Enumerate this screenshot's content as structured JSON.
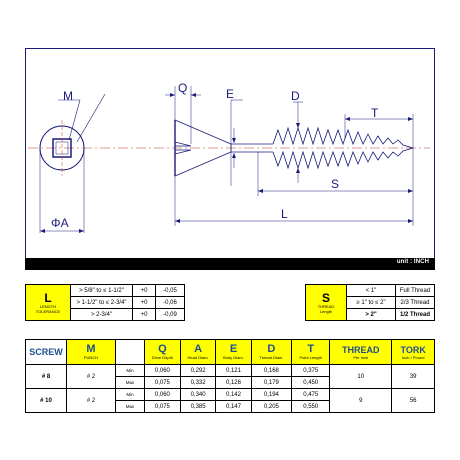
{
  "drawing": {
    "labels": {
      "M": "M",
      "Q": "Q",
      "E": "E",
      "D": "D",
      "T": "T",
      "S": "S",
      "L": "L",
      "A": "ΦA"
    }
  },
  "unit_bar": {
    "text": "unit : INCH"
  },
  "length_table": {
    "letter": "L",
    "caption_line1": "LENGTH",
    "caption_line2": "TOLERANCE",
    "rows": [
      {
        "range": "> 5/8\" to ≤ 1-1/2\"",
        "plus": "+0",
        "minus": "-0,05"
      },
      {
        "range": "> 1-1/2\" to ≤ 2-3/4\"",
        "plus": "+0",
        "minus": "-0,06"
      },
      {
        "range": "> 2-3/4\"",
        "plus": "+0",
        "minus": "-0,09"
      }
    ]
  },
  "thread_table": {
    "letter": "S",
    "caption_line1": "THREAD",
    "caption_line2": "Length",
    "rows": [
      {
        "range": "< 1\"",
        "value": "Full Thread"
      },
      {
        "range": "≥ 1\" to ≤ 2\"",
        "value": "2/3 Thread"
      },
      {
        "range": "> 2\"",
        "value": "1/2 Thread"
      }
    ]
  },
  "screw_table": {
    "headers": {
      "screw": "SCREW",
      "m": "M",
      "m_sub": "PUNCH",
      "q": "Q",
      "q_sub": "Drive Depth",
      "a": "A",
      "a_sub": "Head Diam.",
      "e": "E",
      "e_sub": "Body Diam.",
      "d": "D",
      "d_sub": "Thread Diam.",
      "t": "T",
      "t_sub": "Point Length",
      "thread": "THREAD",
      "thread_sub": "Per Inch",
      "tork": "TORK",
      "tork_sub": "Inch / Pound"
    },
    "rows": [
      {
        "screw": "# 8",
        "punch": "# 2",
        "thread": "10",
        "tork": "39",
        "min": {
          "label": "Min",
          "q": "0,060",
          "a": "0,292",
          "e": "0,121",
          "d": "0,168",
          "t": "0,375"
        },
        "max": {
          "label": "Max",
          "q": "0,075",
          "a": "0,332",
          "e": "0,126",
          "d": "0,179",
          "t": "0,450"
        }
      },
      {
        "screw": "# 10",
        "punch": "# 2",
        "thread": "9",
        "tork": "56",
        "min": {
          "label": "Min",
          "q": "0,060",
          "a": "0,340",
          "e": "0,142",
          "d": "0,194",
          "t": "0,475"
        },
        "max": {
          "label": "Max",
          "q": "0,075",
          "a": "0,385",
          "e": "0,147",
          "d": "0,205",
          "t": "0,550"
        }
      }
    ]
  }
}
